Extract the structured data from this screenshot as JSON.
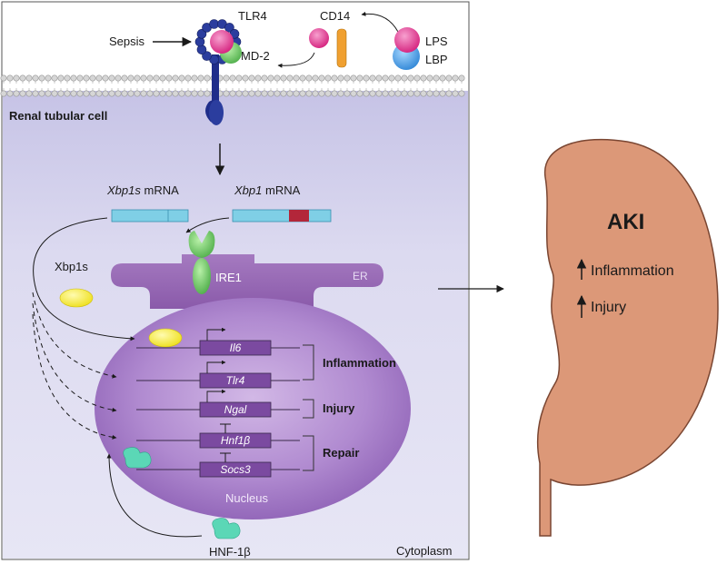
{
  "receptor": {
    "tlr4_label": "TLR4",
    "md2_label": "MD-2",
    "cd14_label": "CD14",
    "lps_label": "LPS",
    "lbp_label": "LBP",
    "sepsis_label": "Sepsis"
  },
  "cell": {
    "title": "Renal tubular cell",
    "cytoplasm_label": "Cytoplasm",
    "xbp1s_mrna_gene": "Xbp1s",
    "xbp1_mrna_gene": "Xbp1",
    "mrna_suffix": "mRNA",
    "ire1_label": "IRE1",
    "er_label": "ER",
    "xbp1s_protein_label": "Xbp1s",
    "nucleus_label": "Nucleus",
    "hnf_label": "HNF-1β"
  },
  "genes": [
    {
      "name": "Il6"
    },
    {
      "name": "Tlr4"
    },
    {
      "name": "Ngal"
    },
    {
      "name": "Hnf1β"
    },
    {
      "name": "Socs3"
    }
  ],
  "gene_groups": {
    "inflammation": "Inflammation",
    "injury": "Injury",
    "repair": "Repair"
  },
  "kidney": {
    "title": "AKI",
    "effect1": "Inflammation",
    "effect2": "Injury"
  },
  "colors": {
    "cell_fill": "#d8d6ee",
    "membrane": "#b0b0b0",
    "er_fill": "#9b6cb8",
    "nucleus_fill": "#a77fc9",
    "mrna_fill": "#7fcfe6",
    "mrna_intron": "#b3263a",
    "xbp1s_protein": "#f5ec3a",
    "hnf_protein": "#5bd7b6",
    "kidney_fill": "#dc9878",
    "tlr4_blue": "#2b3d9e",
    "lps_pink": "#e0338a",
    "lbp_blue": "#4aa3e0",
    "md2_green": "#6ec66a",
    "cd14_orange": "#f0a030",
    "ire1_green": "#7cc06a"
  }
}
